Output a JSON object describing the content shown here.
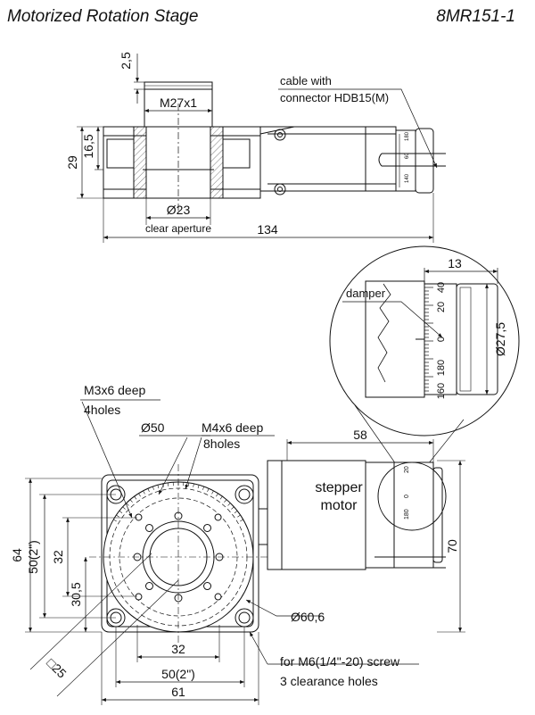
{
  "header": {
    "title": "Motorized Rotation Stage",
    "model": "8MR151-1"
  },
  "side_view": {
    "dim_2_5": "2,5",
    "thread": "M27x1",
    "cable_line1": "cable with",
    "cable_line2": "connector HDB15(M)",
    "dim_16_5": "16,5",
    "dim_29": "29",
    "aperture_dia": "Ø23",
    "aperture_note": "clear aperture",
    "length": "134"
  },
  "detail": {
    "dim_13": "13",
    "damper": "damper",
    "dia_27_5": "Ø27,5",
    "scale_labels": [
      "40",
      "20",
      "0",
      "180",
      "160"
    ]
  },
  "top_view": {
    "m3_line1": "M3x6 deep",
    "m3_line2": "4holes",
    "dia_50": "Ø50",
    "m4_line1": "M4x6 deep",
    "m4_line2": "8holes",
    "dim_58": "58",
    "motor_line1": "stepper",
    "motor_line2": "motor",
    "dim_64": "64",
    "dim_50_2in": "50(2\")",
    "dim_32_v": "32",
    "dim_30_5": "30,5",
    "dim_70": "70",
    "dia_60_6": "Ø60,6",
    "dim_32_h": "32",
    "square_25": "□25",
    "m6_line1": "for M6(1/4\"-20) screw",
    "m6_line2": "3 clearance holes",
    "dim_50_2in_h": "50(2\")",
    "dim_61": "61"
  }
}
